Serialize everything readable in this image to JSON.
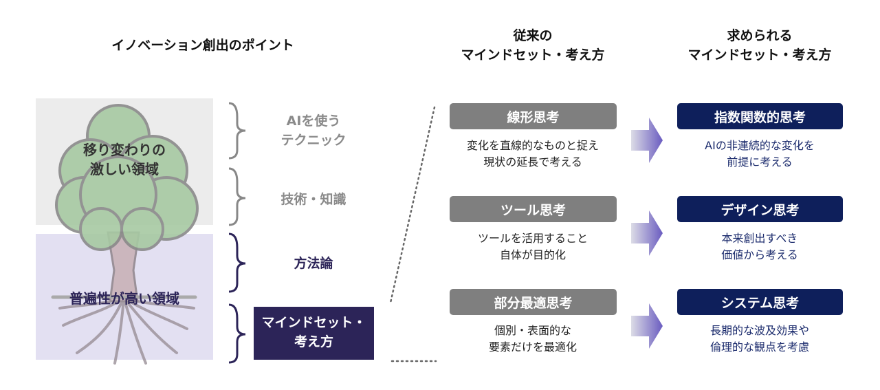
{
  "header": {
    "left_title": "イノベーション創出のポイント",
    "col_traditional": [
      "従来の",
      "マインドセット・考え方"
    ],
    "col_required": [
      "求められる",
      "マインドセット・考え方"
    ]
  },
  "tree": {
    "upper_zone": [
      "移り変わりの",
      "激しい領域"
    ],
    "lower_zone": "普遍性が高い領域"
  },
  "layers": [
    {
      "label": [
        "AIを使う",
        "テクニック"
      ]
    },
    {
      "label": "技術・知識"
    },
    {
      "label": "方法論"
    },
    {
      "label": [
        "マインドセット・",
        "考え方"
      ]
    }
  ],
  "rows": [
    {
      "old_title": "線形思考",
      "old_desc": [
        "変化を直線的なものと捉え",
        "現状の延長で考える"
      ],
      "new_title": "指数関数的思考",
      "new_desc": [
        "AIの非連続的な変化を",
        "前提に考える"
      ]
    },
    {
      "old_title": "ツール思考",
      "old_desc": [
        "ツールを活用すること",
        "自体が目的化"
      ],
      "new_title": "デザイン思考",
      "new_desc": [
        "本来創出すべき",
        "価値から考える"
      ]
    },
    {
      "old_title": "部分最適思考",
      "old_desc": [
        "個別・表面的な",
        "要素だけを最適化"
      ],
      "new_title": "システム思考",
      "new_desc": [
        "長期的な波及効果や",
        "倫理的な観点を考慮"
      ]
    }
  ],
  "colors": {
    "navy": "#0e1f5b",
    "dark_purple": "#2c2458",
    "gray": "#7f7f7f",
    "arrow": "#6a5cc0"
  }
}
